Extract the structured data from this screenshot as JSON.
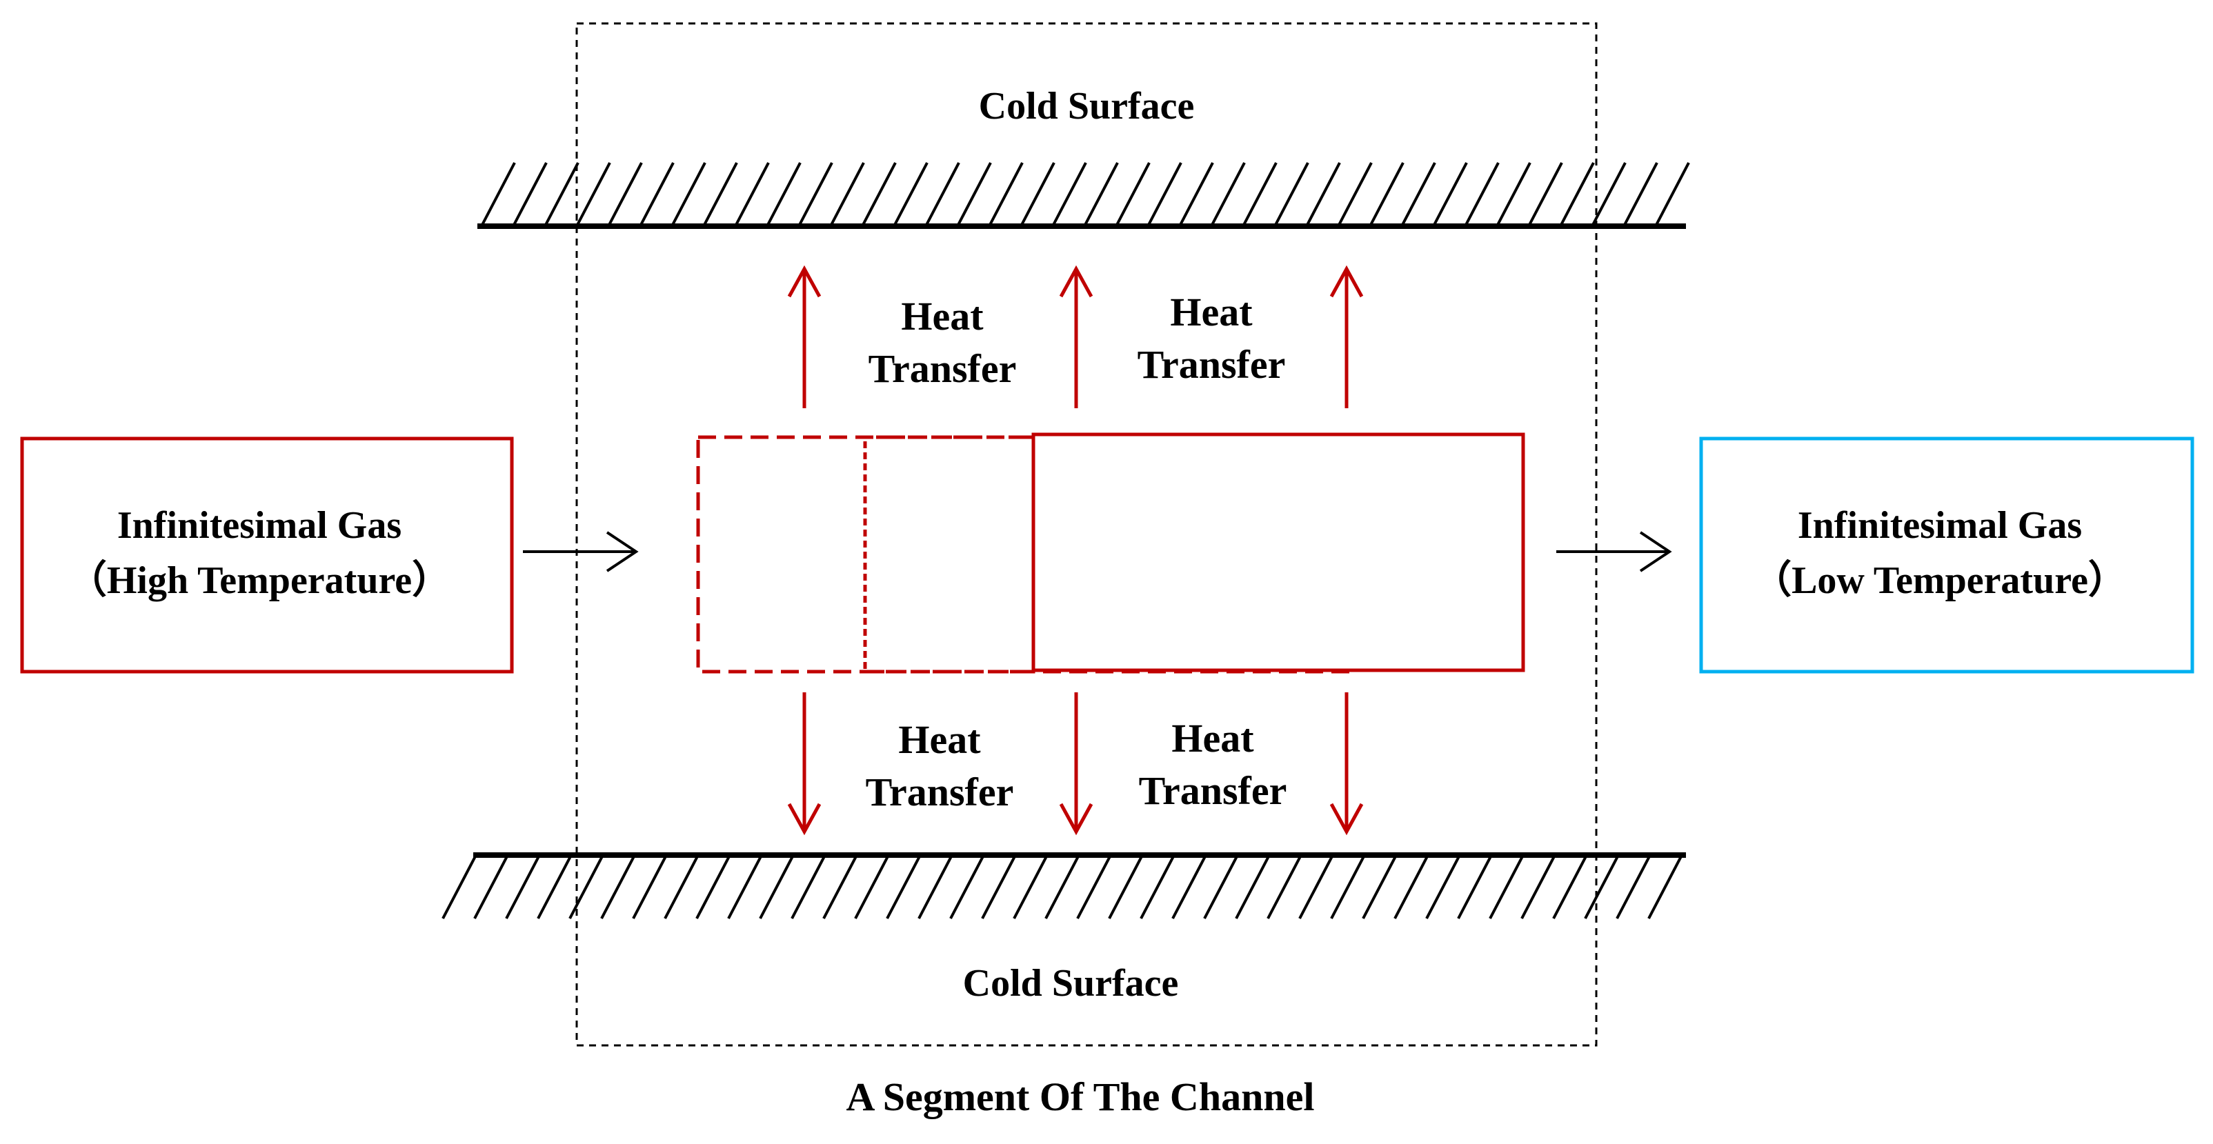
{
  "diagram": {
    "top_surface_label": "Cold Surface",
    "bottom_surface_label": "Cold Surface",
    "caption": "A Segment Of The Channel",
    "inlet": {
      "line1": "Infinitesimal Gas",
      "line2": "（High Temperature）",
      "border_color": "#c00000"
    },
    "outlet": {
      "line1": "Infinitesimal Gas",
      "line2": "（Low Temperature）",
      "border_color": "#00b0f0"
    },
    "heat_transfer": {
      "top_left": [
        "Heat",
        "Transfer"
      ],
      "top_right": [
        "Heat",
        "Transfer"
      ],
      "bottom_left": [
        "Heat",
        "Transfer"
      ],
      "bottom_right": [
        "Heat",
        "Transfer"
      ]
    },
    "arrow_color": "#c00000",
    "flow_arrow_color": "#000000"
  }
}
